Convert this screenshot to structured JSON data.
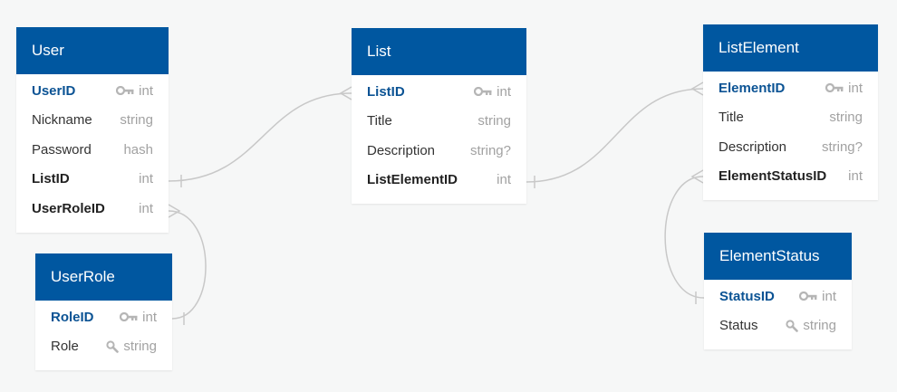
{
  "colors": {
    "background": "#f6f7f7",
    "header": "#0057a0",
    "primary_key_text": "#0b5394",
    "connector": "#c8c8c8"
  },
  "tables": [
    {
      "id": "user",
      "name": "User",
      "fields": [
        {
          "name": "UserID",
          "type": "int",
          "role": "pk",
          "icon": "key-icon"
        },
        {
          "name": "Nickname",
          "type": "string",
          "role": "normal",
          "icon": ""
        },
        {
          "name": "Password",
          "type": "hash",
          "role": "normal",
          "icon": ""
        },
        {
          "name": "ListID",
          "type": "int",
          "role": "fk",
          "icon": ""
        },
        {
          "name": "UserRoleID",
          "type": "int",
          "role": "fk",
          "icon": ""
        }
      ]
    },
    {
      "id": "userrole",
      "name": "UserRole",
      "fields": [
        {
          "name": "RoleID",
          "type": "int",
          "role": "pk",
          "icon": "key-icon"
        },
        {
          "name": "Role",
          "type": "string",
          "role": "normal",
          "icon": "search-icon"
        }
      ]
    },
    {
      "id": "list",
      "name": "List",
      "fields": [
        {
          "name": "ListID",
          "type": "int",
          "role": "pk",
          "icon": "key-icon"
        },
        {
          "name": "Title",
          "type": "string",
          "role": "normal",
          "icon": ""
        },
        {
          "name": "Description",
          "type": "string?",
          "role": "normal",
          "icon": ""
        },
        {
          "name": "ListElementID",
          "type": "int",
          "role": "fk",
          "icon": ""
        }
      ]
    },
    {
      "id": "listelement",
      "name": "ListElement",
      "fields": [
        {
          "name": "ElementID",
          "type": "int",
          "role": "pk",
          "icon": "key-icon"
        },
        {
          "name": "Title",
          "type": "string",
          "role": "normal",
          "icon": ""
        },
        {
          "name": "Description",
          "type": "string?",
          "role": "normal",
          "icon": ""
        },
        {
          "name": "ElementStatusID",
          "type": "int",
          "role": "fk",
          "icon": ""
        }
      ]
    },
    {
      "id": "elementstatus",
      "name": "ElementStatus",
      "fields": [
        {
          "name": "StatusID",
          "type": "int",
          "role": "pk",
          "icon": "key-icon"
        },
        {
          "name": "Status",
          "type": "string",
          "role": "normal",
          "icon": "search-icon"
        }
      ]
    }
  ],
  "relationships": [
    {
      "from": "User.ListID",
      "to": "List.ListID",
      "cardinality": "one-to-many"
    },
    {
      "from": "User.UserRoleID",
      "to": "UserRole.RoleID",
      "cardinality": "many-to-one"
    },
    {
      "from": "List.ListElementID",
      "to": "ListElement.ElementID",
      "cardinality": "one-to-many"
    },
    {
      "from": "ListElement.ElementStatusID",
      "to": "ElementStatus.StatusID",
      "cardinality": "many-to-one"
    }
  ]
}
